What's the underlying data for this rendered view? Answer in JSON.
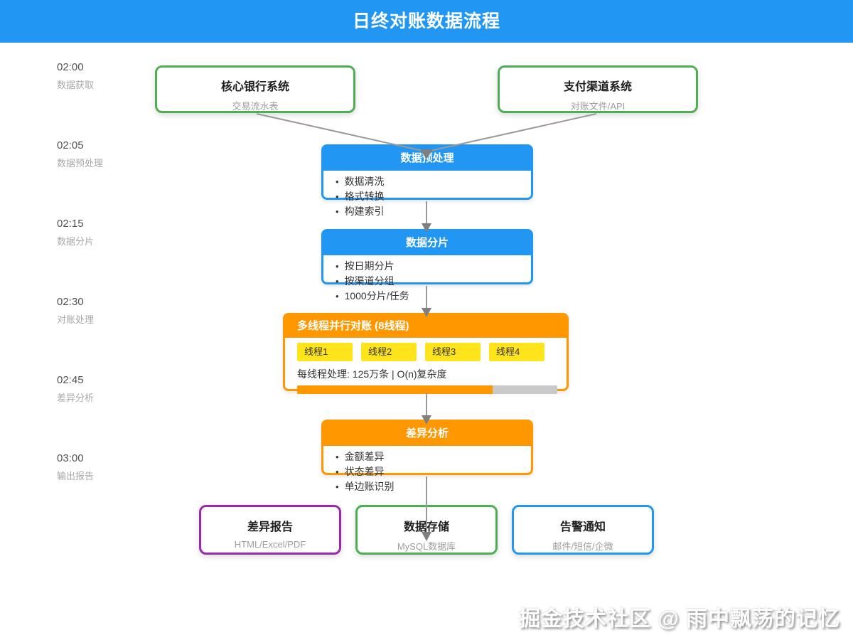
{
  "title": "日终对账数据流程",
  "colors": {
    "primary_blue": "#2196F3",
    "orange": "#FF9800",
    "yellow": "#FFE41C",
    "green": "#4CAF50",
    "purple": "#9C27B0",
    "line_gray": "#9A9A9A",
    "arrow_gray": "#7F7F7F"
  },
  "timeline": [
    {
      "time": "02:00",
      "label": "数据获取"
    },
    {
      "time": "02:05",
      "label": "数据预处理"
    },
    {
      "time": "02:15",
      "label": "数据分片"
    },
    {
      "time": "02:30",
      "label": "对账处理"
    },
    {
      "time": "02:45",
      "label": "差异分析"
    },
    {
      "time": "03:00",
      "label": "输出报告"
    }
  ],
  "flow": {
    "sources": [
      {
        "title": "核心银行系统",
        "subtitle": "交易流水表"
      },
      {
        "title": "支付渠道系统",
        "subtitle": "对账文件/API"
      }
    ],
    "preprocess": {
      "title": "数据预处理",
      "items": [
        "数据清洗",
        "格式转换",
        "构建索引"
      ]
    },
    "sharding": {
      "title": "数据分片",
      "items": [
        "按日期分片",
        "按渠道分组",
        "1000分片/任务"
      ]
    },
    "parallel": {
      "title": "多线程并行对账 (8线程)",
      "threads": [
        "线程1",
        "线程2",
        "线程3",
        "线程4"
      ],
      "detail": "每线程处理: 125万条 | O(n)复杂度",
      "progress_percent": 75
    },
    "diff_analysis": {
      "title": "差异分析",
      "items": [
        "金额差异",
        "状态差异",
        "单边账识别"
      ]
    },
    "outputs": [
      {
        "title": "差异报告",
        "subtitle": "HTML/Excel/PDF",
        "accent": "#9C27B0"
      },
      {
        "title": "数据存储",
        "subtitle": "MySQL数据库",
        "accent": "#4CAF50"
      },
      {
        "title": "告警通知",
        "subtitle": "邮件/短信/企微",
        "accent": "#2196F3"
      }
    ]
  },
  "watermark": "掘金技术社区 @ 雨中飘荡的记忆"
}
